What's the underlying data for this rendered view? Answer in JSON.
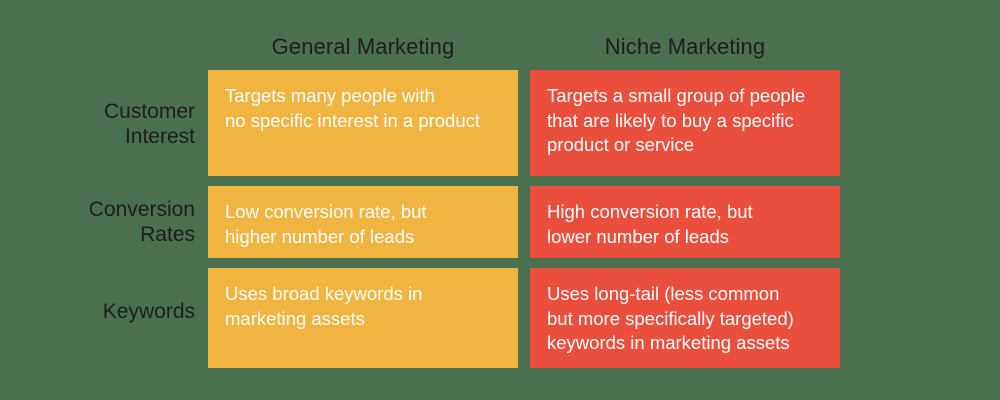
{
  "colors": {
    "background": "#4a7050",
    "general_cell": "#f2b441",
    "niche_cell": "#ea4f3d",
    "cell_text": "#ffffff",
    "label_text": "#1d1d1d"
  },
  "headers": {
    "general": "General Marketing",
    "niche": "Niche Marketing"
  },
  "rows": [
    {
      "label": "Customer\nInterest",
      "general": "Targets many people with\nno specific interest in a product",
      "niche": "Targets a small group of people\nthat are likely to buy a specific\nproduct or service"
    },
    {
      "label": "Conversion\nRates",
      "general": "Low conversion rate, but\nhigher number of leads",
      "niche": "High conversion rate, but\nlower number of leads"
    },
    {
      "label": "Keywords",
      "general": "Uses broad keywords in\nmarketing assets",
      "niche": "Uses long-tail (less common\nbut more specifically targeted)\nkeywords in marketing assets"
    }
  ]
}
